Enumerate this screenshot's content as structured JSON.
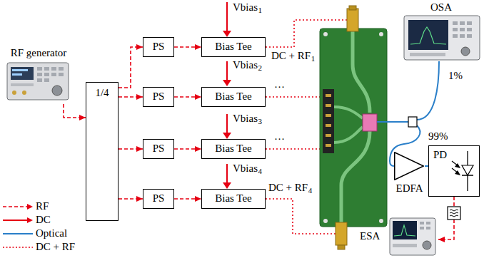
{
  "diagram": {
    "nodes": [
      {
        "text": [
          "RF generator"
        ]
      },
      {
        "text": [
          "1/4"
        ]
      },
      {
        "text": [
          "PS"
        ]
      },
      {
        "text": [
          "Bias Tee"
        ]
      },
      {
        "text": [
          "PS"
        ]
      },
      {
        "text": [
          "Bias Tee"
        ]
      },
      {
        "text": [
          "PS"
        ]
      },
      {
        "text": [
          "Bias Tee"
        ]
      },
      {
        "text": [
          "PS"
        ]
      },
      {
        "text": [
          "Bias Tee"
        ]
      },
      {
        "text": [
          "OSA"
        ]
      },
      {
        "text": [
          "EDFA"
        ]
      },
      {
        "text": [
          "PD"
        ]
      },
      {
        "text": [
          "ESA"
        ]
      }
    ],
    "edges": [
      {
        "from": 0,
        "to": 1,
        "arrow": "to"
      },
      {
        "from": 1,
        "to": 2,
        "arrow": "to"
      },
      {
        "from": 1,
        "to": 4,
        "arrow": "to"
      },
      {
        "from": 1,
        "to": 6,
        "arrow": "to"
      },
      {
        "from": 1,
        "to": 8,
        "arrow": "to"
      },
      {
        "from": 2,
        "to": 3,
        "arrow": "to"
      },
      {
        "from": 4,
        "to": 5,
        "arrow": "to"
      },
      {
        "from": 6,
        "to": 7,
        "arrow": "to"
      },
      {
        "from": 8,
        "to": 9,
        "arrow": "to"
      },
      {
        "from": 11,
        "to": 12,
        "arrow": "none"
      },
      {
        "from": 12,
        "to": 13,
        "arrow": "to"
      }
    ],
    "labels": [
      "Vbias",
      "1",
      "DC + RF",
      "1",
      "Vbias",
      "2",
      "···",
      "Vbias",
      "3",
      "···",
      "Vbias",
      "4",
      "DC + RF",
      "4",
      "1%",
      "99%"
    ],
    "legend": [
      {
        "text": "RF"
      },
      {
        "text": "DC"
      },
      {
        "text": "Optical"
      },
      {
        "text": "DC + RF"
      }
    ]
  }
}
